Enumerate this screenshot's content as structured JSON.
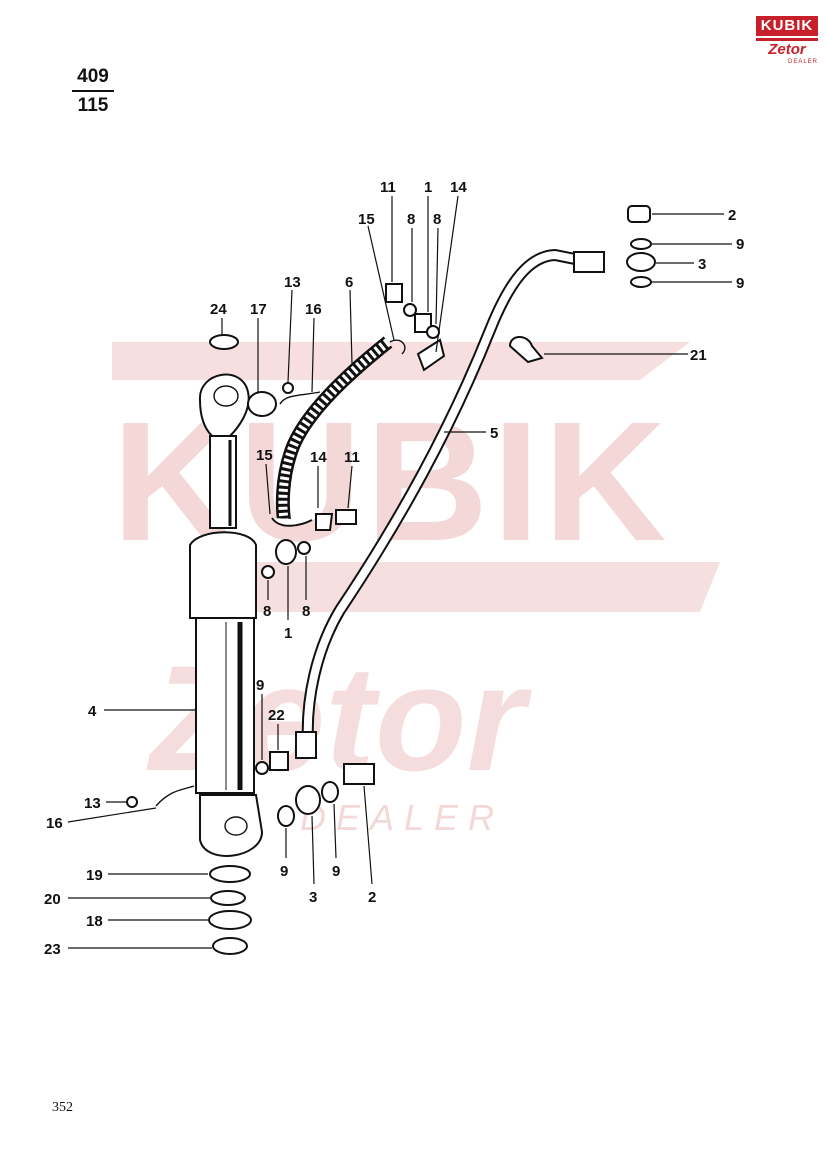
{
  "header": {
    "code_top": "409",
    "code_bottom": "115"
  },
  "logo": {
    "top": "KUBIK",
    "sub": "Zetor",
    "dealer": "DEALER"
  },
  "watermark": {
    "brand": "KUBIK",
    "sub": "Zetor",
    "dealer": "DEALER",
    "color": "#f2c9c9"
  },
  "callouts": {
    "c1": "2",
    "c2": "9",
    "c3": "3",
    "c4": "9",
    "c5": "21",
    "c6": "11",
    "c7": "1",
    "c8": "14",
    "c9": "15",
    "c10": "8",
    "c11": "8",
    "c12": "6",
    "c13": "13",
    "c14": "16",
    "c15": "17",
    "c16": "24",
    "c17": "5",
    "c18": "15",
    "c19": "14",
    "c20": "11",
    "c21": "8",
    "c22": "1",
    "c23": "8",
    "c24": "4",
    "c25": "9",
    "c26": "22",
    "c27": "13",
    "c28": "16",
    "c29": "9",
    "c30": "3",
    "c31": "9",
    "c32": "2",
    "c33": "19",
    "c34": "20",
    "c35": "18",
    "c36": "23"
  },
  "footer": {
    "page_number": "352"
  }
}
